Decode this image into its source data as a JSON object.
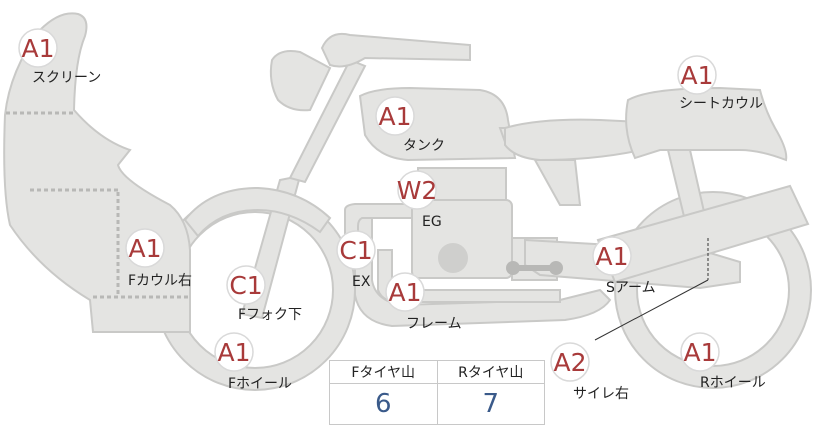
{
  "colors": {
    "body_fill": "#e4e4e2",
    "body_stroke": "#c9c9c7",
    "grade_text": "#a83a3a",
    "tread_value": "#3a5a8a"
  },
  "parts": [
    {
      "id": "screen",
      "grade": "A1",
      "label": "スクリーン"
    },
    {
      "id": "tank",
      "grade": "A1",
      "label": "タンク"
    },
    {
      "id": "seat-cowl",
      "grade": "A1",
      "label": "シートカウル"
    },
    {
      "id": "engine",
      "grade": "W2",
      "label": "EG"
    },
    {
      "id": "front-cowl-right",
      "grade": "A1",
      "label": "Fカウル右"
    },
    {
      "id": "exhaust",
      "grade": "C1",
      "label": "EX"
    },
    {
      "id": "front-fork-lower",
      "grade": "C1",
      "label": "Fフォク下"
    },
    {
      "id": "frame",
      "grade": "A1",
      "label": "フレーム"
    },
    {
      "id": "swing-arm",
      "grade": "A1",
      "label": "Sアーム"
    },
    {
      "id": "front-wheel",
      "grade": "A1",
      "label": "Fホイール"
    },
    {
      "id": "silencer-right",
      "grade": "A2",
      "label": "サイレ右"
    },
    {
      "id": "rear-wheel",
      "grade": "A1",
      "label": "Rホイール"
    }
  ],
  "tread_table": {
    "headers": [
      "Fタイヤ山",
      "Rタイヤ山"
    ],
    "values": [
      "6",
      "7"
    ]
  }
}
